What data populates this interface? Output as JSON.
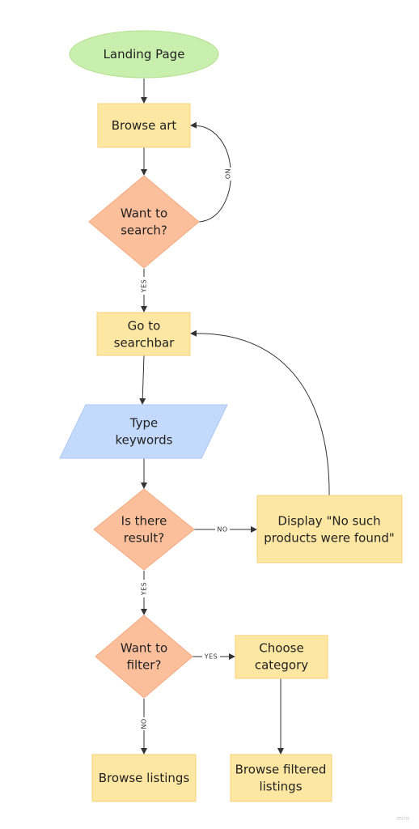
{
  "colors": {
    "start_fill": "#c9efaf",
    "start_stroke": "#b5e08f",
    "process_fill": "#fde7a3",
    "process_stroke": "#f7d27a",
    "decision_fill": "#fcbf9c",
    "decision_stroke": "#f4a97f",
    "io_fill": "#c4dafd",
    "io_stroke": "#a9c7f6",
    "line": "#333333"
  },
  "nodes": {
    "landing": {
      "lines": [
        "Landing Page"
      ]
    },
    "browse_art": {
      "lines": [
        "Browse art"
      ]
    },
    "want_search": {
      "lines": [
        "Want to",
        "search?"
      ]
    },
    "searchbar": {
      "lines": [
        "Go to",
        "searchbar"
      ]
    },
    "type_keywords": {
      "lines": [
        "Type",
        "keywords"
      ]
    },
    "is_result": {
      "lines": [
        "Is there",
        "result?"
      ]
    },
    "no_products": {
      "lines": [
        "Display \"No such",
        "products were found\""
      ]
    },
    "want_filter": {
      "lines": [
        "Want to",
        "filter?"
      ]
    },
    "choose_category": {
      "lines": [
        "Choose",
        "category"
      ]
    },
    "browse_listings": {
      "lines": [
        "Browse listings"
      ]
    },
    "browse_filtered": {
      "lines": [
        "Browse filtered",
        "listings"
      ]
    }
  },
  "edge_labels": {
    "search_no": "NO",
    "search_yes": "YES",
    "result_no": "NO",
    "result_yes": "YES",
    "filter_yes": "YES",
    "filter_no": "NO"
  },
  "watermark": "miro"
}
